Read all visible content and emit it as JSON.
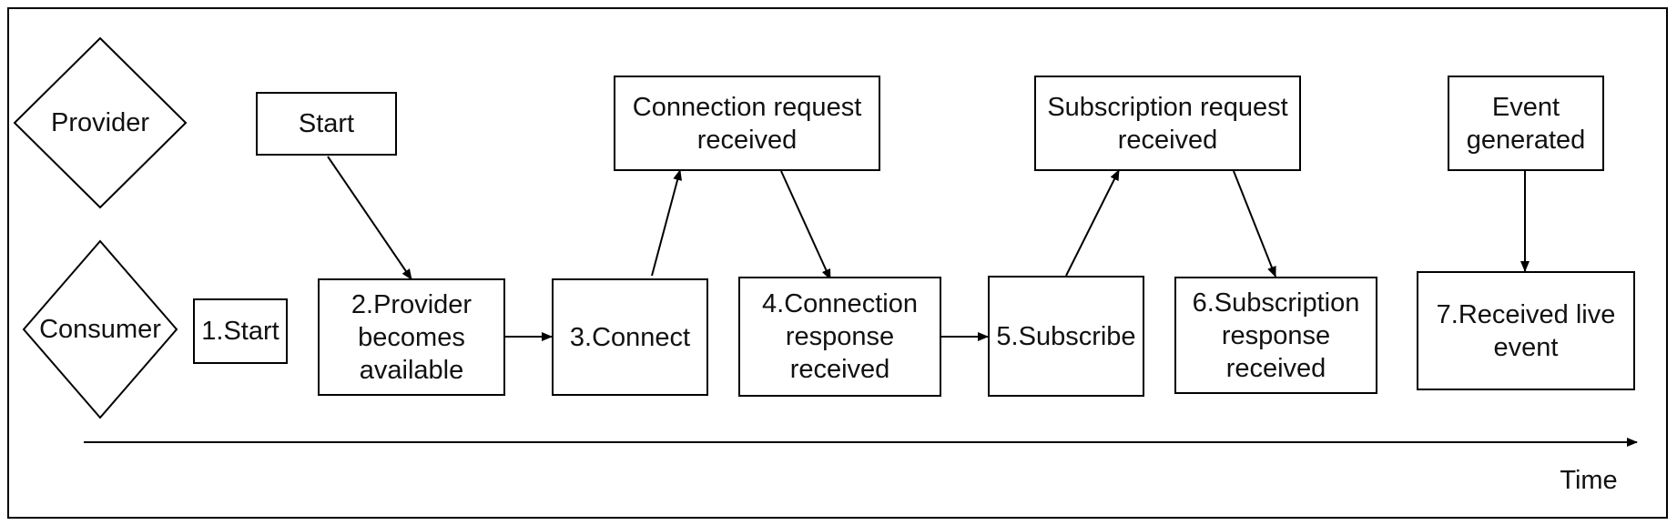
{
  "lanes": {
    "provider": "Provider",
    "consumer": "Consumer"
  },
  "provider_steps": {
    "start": "Start",
    "connection_request": "Connection request\nreceived",
    "subscription_request": "Subscription request\nreceived",
    "event_generated": "Event\ngenerated"
  },
  "consumer_steps": {
    "s1": "1.Start",
    "s2": "2.Provider\nbecomes\navailable",
    "s3": "3.Connect",
    "s4": "4.Connection\nresponse\nreceived",
    "s5": "5.Subscribe",
    "s6": "6.Subscription\nresponse\nreceived",
    "s7": "7.Received live\nevent"
  },
  "axis": {
    "label": "Time"
  }
}
